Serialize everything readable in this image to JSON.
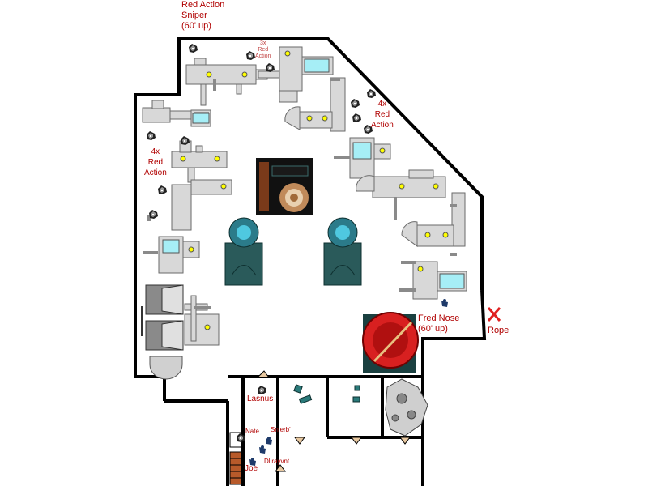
{
  "labels": {
    "sniper": "Red Action\nSniper\n(60' up)",
    "red_action_top": "3x\nRed\nAction",
    "red_action_right": "4x\nRed\nAction",
    "red_action_left": "4x\nRed\nAction",
    "fred_nose": "Fred Nose\n(60' up)",
    "rope": "Rope",
    "lasnus": "Lasnus",
    "nate": "Nate",
    "snierb": "Snierb'",
    "dlirayvnt": "Dlirayvnt",
    "joe": "Joe"
  },
  "colors": {
    "wall": "#000000",
    "machine": "#d8d8d8",
    "machine_edge": "#6a6a6a",
    "screen": "#a6eef6",
    "light": "#ffff00",
    "teal": "#2a6e6e",
    "label_red": "#b00000",
    "marker_red": "#e02020"
  },
  "icons": {
    "rope_marker": "x-marker-icon",
    "enemy": "robot-enemy-icon",
    "player": "player-token-icon"
  }
}
